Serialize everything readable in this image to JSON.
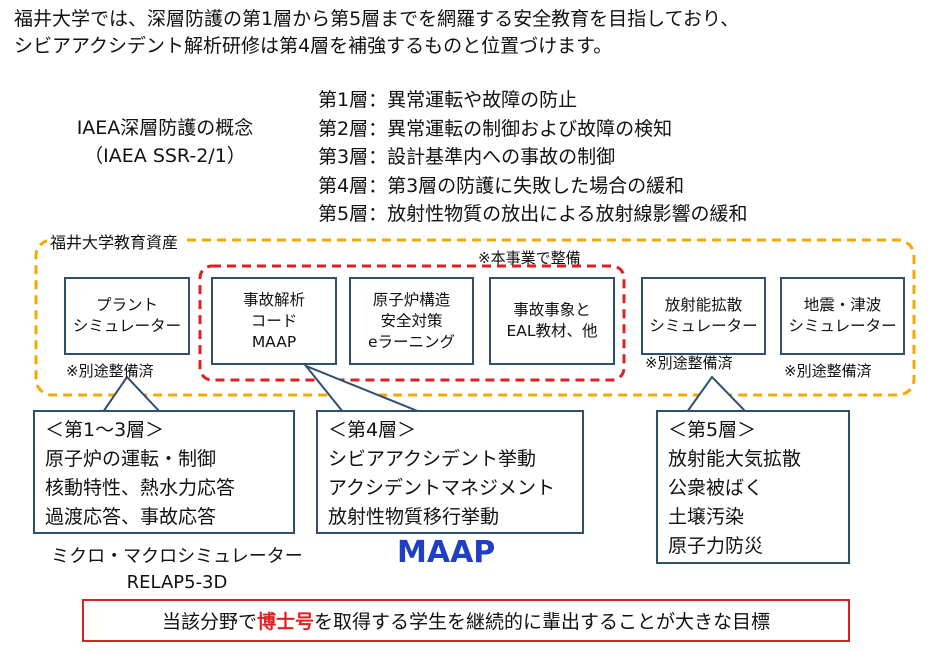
{
  "intro": {
    "line1": "福井大学では、深層防護の第1層から第5層までを網羅する安全教育を目指しており、",
    "line2": "シビアアクシデント解析研修は第4層を補強するものと位置づけます。"
  },
  "concept": {
    "title": "IAEA深層防護の概念",
    "ref": "（IAEA SSR-2/1）"
  },
  "layers": [
    "第1層：異常運転や故障の防止",
    "第2層：異常運転の制御および故障の検知",
    "第3層：設計基準内への事故の制御",
    "第4層：第3層の防護に失敗した場合の緩和",
    "第5層：放射性物質の放出による放射線影響の緩和"
  ],
  "assets": {
    "title": "福井大学教育資産",
    "project_note": "※本事業で整備",
    "separate_note": "※別途整備済",
    "boxes": [
      {
        "lines": [
          "プラント",
          "シミュレーター"
        ]
      },
      {
        "lines": [
          "事故解析",
          "コード",
          "MAAP"
        ]
      },
      {
        "lines": [
          "原子炉構造",
          "安全対策",
          "eラーニング"
        ]
      },
      {
        "lines": [
          "事故事象と",
          "EAL教材、他"
        ]
      },
      {
        "lines": [
          "放射能拡散",
          "シミュレーター"
        ]
      },
      {
        "lines": [
          "地震・津波",
          "シミュレーター"
        ]
      }
    ]
  },
  "info": {
    "left": {
      "header": "＜第1～3層＞",
      "lines": [
        "原子炉の運転・制御",
        "核動特性、熱水力応答",
        "過渡応答、事故応答"
      ]
    },
    "center": {
      "header": "＜第4層＞",
      "lines": [
        "シビアアクシデント挙動",
        "アクシデントマネジメント",
        "放射性物質移行挙動"
      ]
    },
    "right": {
      "header": "＜第5層＞",
      "lines": [
        "放射能大気拡散",
        "公衆被ばく",
        "土壌汚染",
        "原子力防災"
      ]
    }
  },
  "micro": {
    "line1": "ミクロ・マクロシミュレーター",
    "line2": "RELAP5-3D"
  },
  "maap_label": "MAAP",
  "goal": {
    "pre": "当該分野で",
    "highlight": "博士号",
    "post": "を取得する学生を継続的に輩出することが大きな目標"
  },
  "colors": {
    "group_border": "#f5a800",
    "project_border": "#e02020",
    "box_border": "#2f4f6f",
    "maap_text": "#1f3fc4"
  }
}
